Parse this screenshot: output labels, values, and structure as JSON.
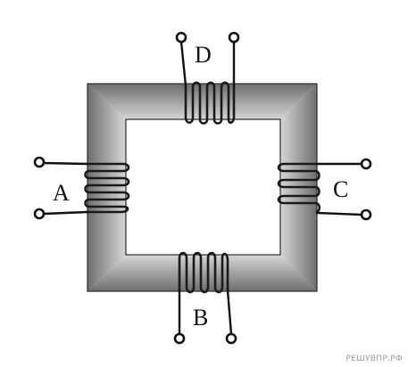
{
  "diagram": {
    "coils": [
      {
        "id": "A",
        "label": "A"
      },
      {
        "id": "B",
        "label": "B"
      },
      {
        "id": "C",
        "label": "C"
      },
      {
        "id": "D",
        "label": "D"
      }
    ]
  },
  "watermark": "РЕШУВПР.РФ"
}
